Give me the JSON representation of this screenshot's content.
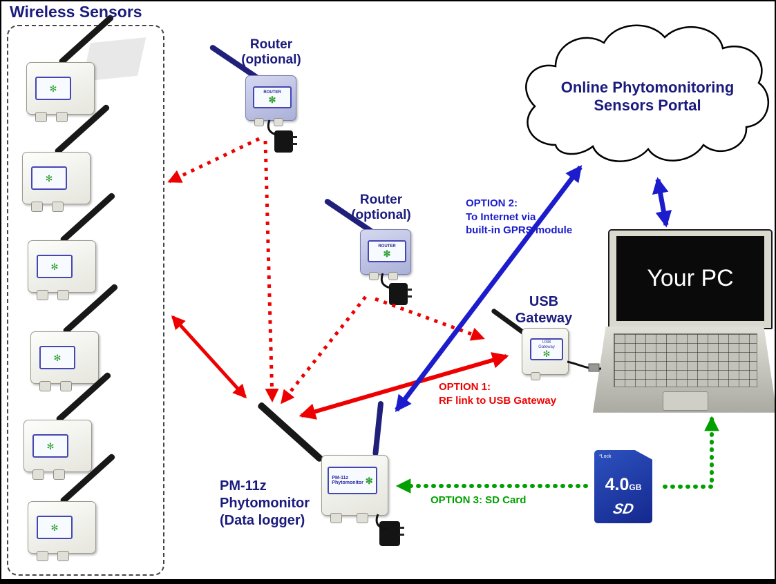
{
  "diagram": {
    "title": "Wireless Sensors",
    "icons": {
      "flower": "✻"
    },
    "cloud": {
      "line1": "Online Phytomonitoring",
      "line2": "Sensors Portal"
    },
    "router": {
      "line1": "Router",
      "line2": "(optional)",
      "panel": "ROUTER"
    },
    "usb_gateway": {
      "line1": "USB",
      "line2": "Gateway",
      "panel_line1": "USB",
      "panel_line2": "Gateway"
    },
    "phytomonitor": {
      "line1": "PM-11z",
      "line2": "Phytomonitor",
      "line3": "(Data logger)",
      "panel_line1": "PM-11z",
      "panel_line2": "Phytomonitor"
    },
    "pc": {
      "screen_label": "Your PC"
    },
    "sd_card": {
      "lock": "*Lock",
      "capacity": "4.0",
      "unit": "GB",
      "logo": "SD"
    },
    "options": {
      "option1_line1": "OPTION 1:",
      "option1_line2": "RF link to USB Gateway",
      "option2_line1": "OPTION 2:",
      "option2_line2": "To Internet via",
      "option2_line3": "built-in GPRS module",
      "option3": "OPTION 3: SD Card"
    },
    "colors": {
      "navy_label": "#1b1b7e",
      "red_arrow": "#ee0000",
      "blue_arrow": "#1c1ccd",
      "green_arrow": "#00a000"
    }
  }
}
